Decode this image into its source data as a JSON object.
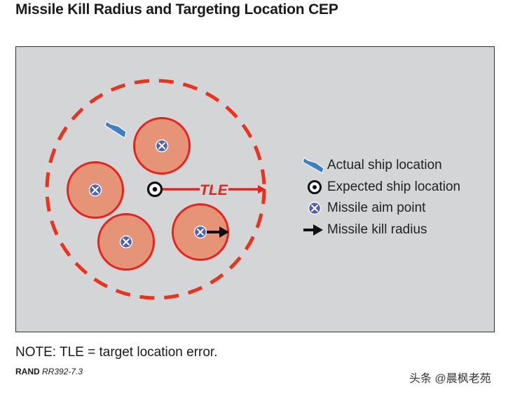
{
  "title": "Missile Kill Radius and Targeting Location CEP",
  "diagram": {
    "tle_label": "TLE",
    "legend": [
      {
        "icon": "ship-icon",
        "label": "Actual ship location"
      },
      {
        "icon": "target-icon",
        "label": "Expected ship location"
      },
      {
        "icon": "aim-point-icon",
        "label": "Missile aim point"
      },
      {
        "icon": "arrow-icon",
        "label": "Missile kill radius"
      }
    ],
    "colors": {
      "background": "#d4d5d7",
      "cep_circle": "#e8341c",
      "kill_circle_fill": "#e59478",
      "kill_circle_stroke": "#e8231c",
      "aim_point": "#4d5fb8",
      "ship": "#3f7fc4"
    }
  },
  "note": "NOTE: TLE = target location error.",
  "source": {
    "org": "RAND",
    "code": "RR392-7.3"
  },
  "watermark": "头条 @晨枫老苑"
}
